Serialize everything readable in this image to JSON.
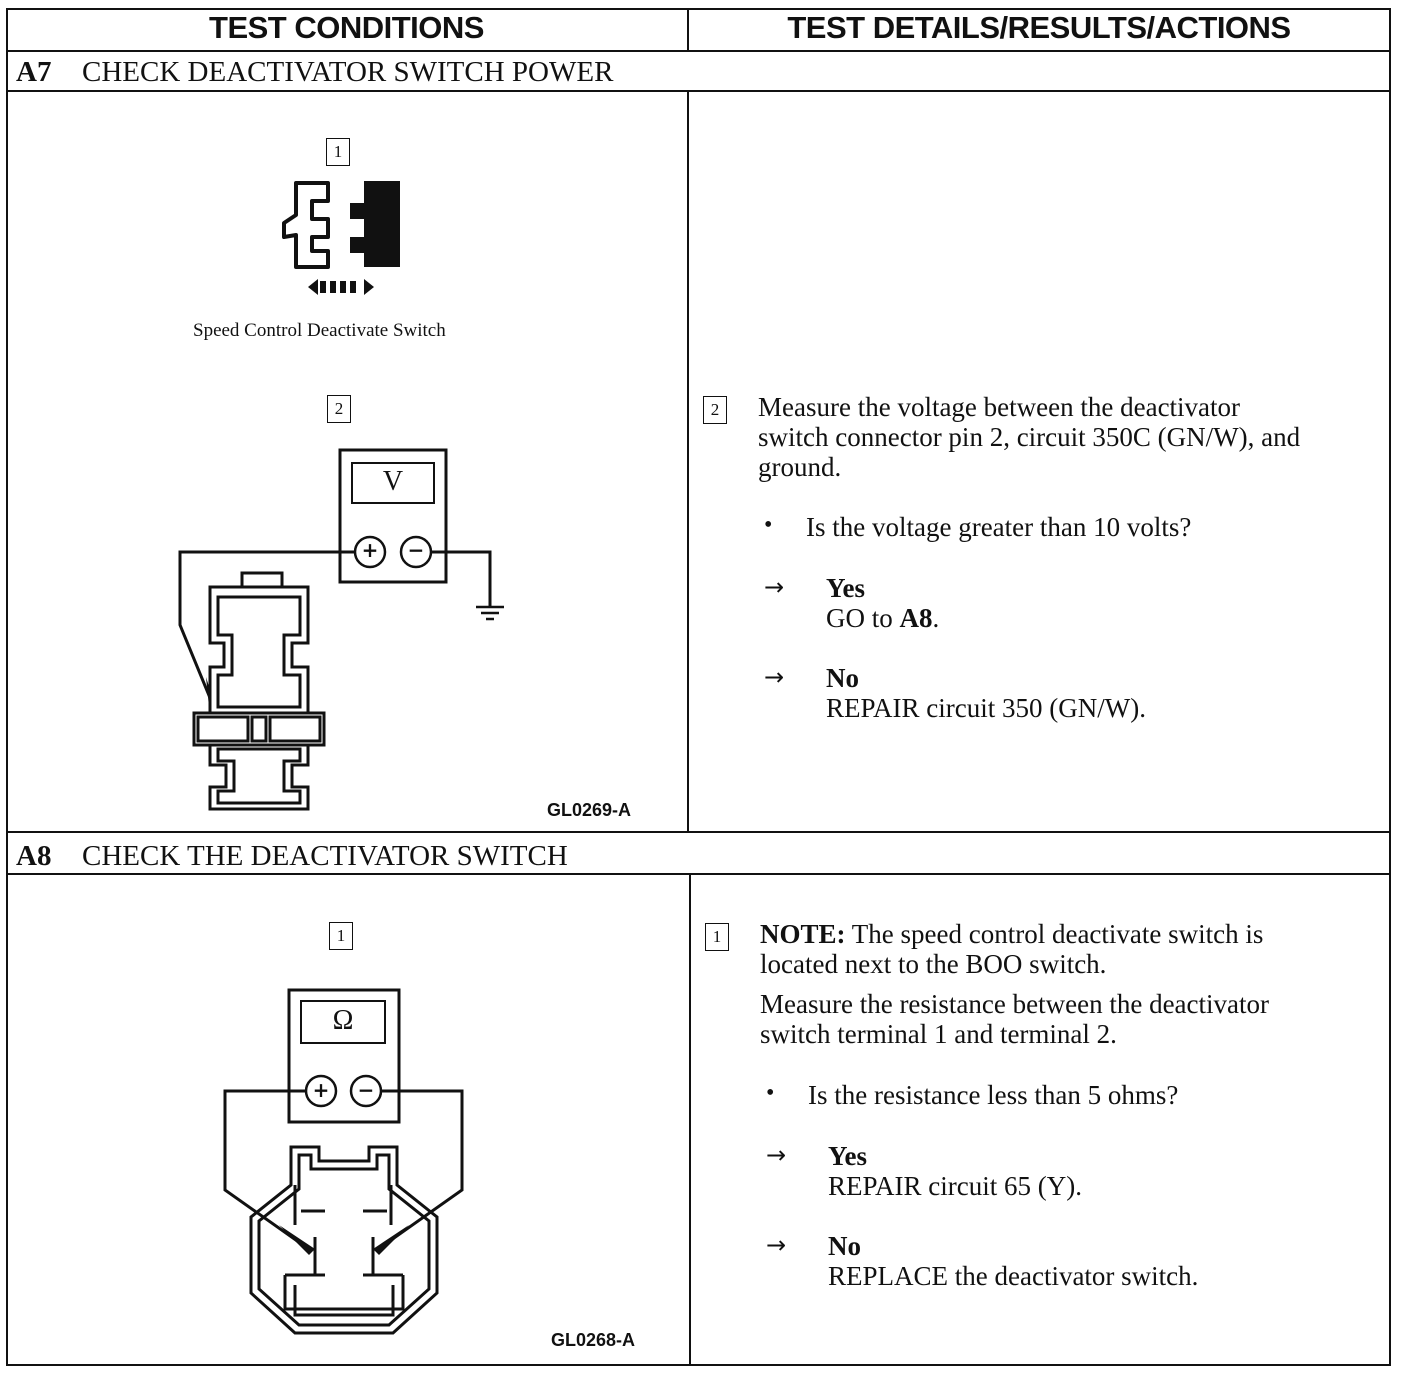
{
  "header": {
    "left": "TEST CONDITIONS",
    "right": "TEST DETAILS/RESULTS/ACTIONS"
  },
  "a7": {
    "code": "A7",
    "title": "CHECK DEACTIVATOR SWITCH POWER",
    "left": {
      "step1": "1",
      "caption": "Speed Control Deactivate Switch",
      "step2": "2",
      "meter_symbol": "V",
      "plus": "+",
      "minus": "−",
      "figure_code": "GL0269-A"
    },
    "right": {
      "step": "2",
      "instruction_lines": [
        "Measure the voltage between the deactivator",
        "switch connector pin 2, circuit 350C (GN/W), and",
        "ground."
      ],
      "question": "Is the voltage greater than 10 volts?",
      "bullet": "•",
      "arrow": "→",
      "yes_label": "Yes",
      "yes_action_prefix": "GO to ",
      "yes_action_ref": "A8",
      "yes_action_suffix": ".",
      "no_label": "No",
      "no_action": "REPAIR circuit 350 (GN/W)."
    }
  },
  "a8": {
    "code": "A8",
    "title": "CHECK THE DEACTIVATOR SWITCH",
    "left": {
      "step1": "1",
      "meter_symbol": "Ω",
      "plus": "+",
      "minus": "−",
      "figure_code": "GL0268-A"
    },
    "right": {
      "step": "1",
      "note_label": "NOTE:",
      "note_lines": [
        " The speed control deactivate switch is",
        "located next to the BOO switch."
      ],
      "instruction_lines": [
        "Measure the resistance between the deactivator",
        "switch terminal 1 and terminal 2."
      ],
      "question": "Is the resistance less than 5 ohms?",
      "bullet": "•",
      "arrow": "→",
      "yes_label": "Yes",
      "yes_action": "REPAIR circuit 65 (Y).",
      "no_label": "No",
      "no_action": "REPLACE the deactivator switch."
    }
  }
}
